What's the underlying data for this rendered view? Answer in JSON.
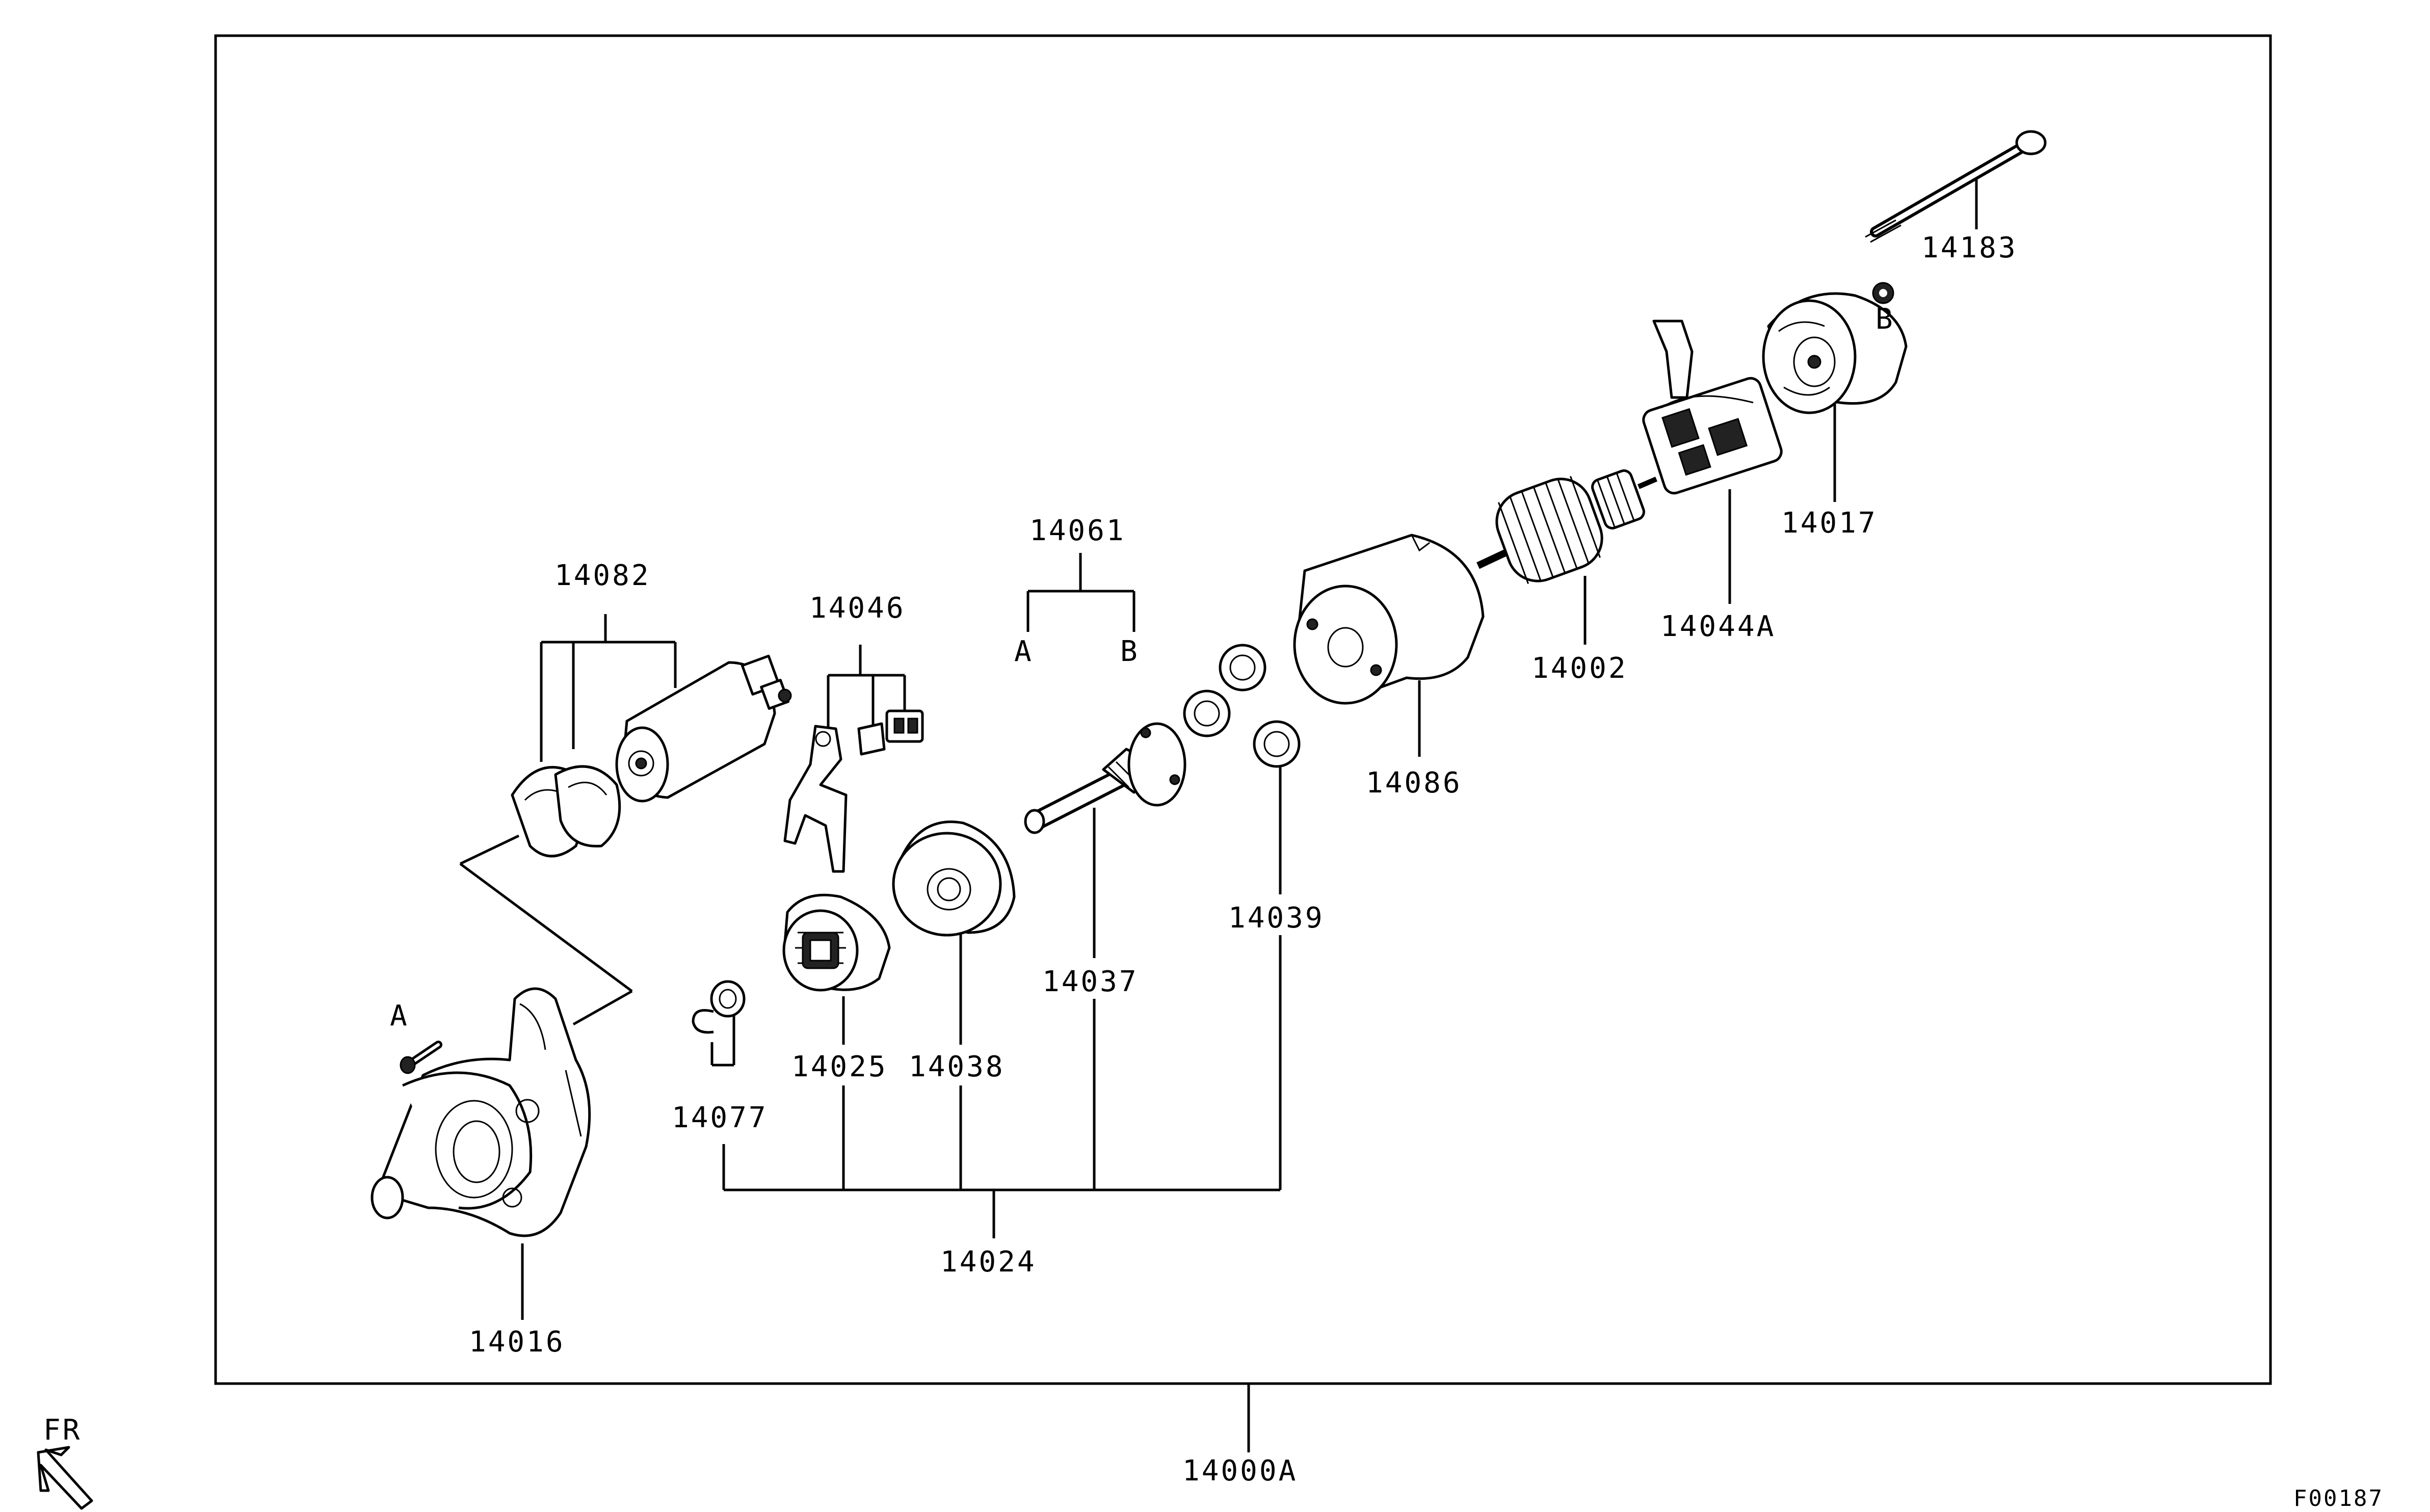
{
  "labels": {
    "p14183": "14183",
    "b_bolt": "B",
    "p14017": "14017",
    "p14044A": "14044A",
    "p14002": "14002",
    "p14061": "14061",
    "a_sub": "A",
    "b_sub": "B",
    "p14082": "14082",
    "p14046": "14046",
    "p14086": "14086",
    "p14039": "14039",
    "p14037": "14037",
    "p14038": "14038",
    "p14025": "14025",
    "a_bolt": "A",
    "p14077": "14077",
    "p14024": "14024",
    "p14016": "14016",
    "p14000A": "14000A",
    "fr": "FR",
    "fig_code": "F00187"
  }
}
